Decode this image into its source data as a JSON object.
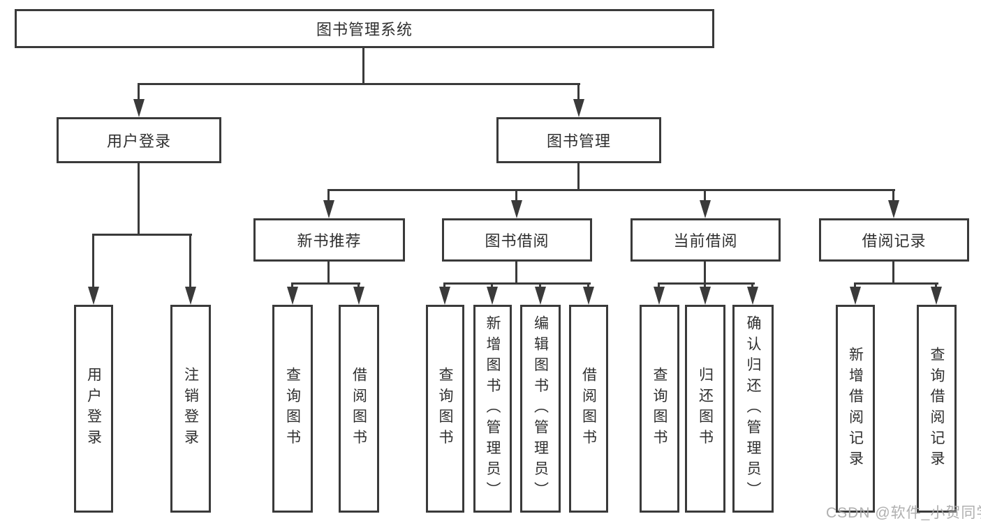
{
  "watermark": "CSDN @软件_小贺同学",
  "colors": {
    "line": "#3a3a3a",
    "text": "#2f2f2f",
    "watermark": "#a9a9a9",
    "background": "#ffffff"
  },
  "tree": {
    "label": "图书管理系统",
    "children": [
      {
        "label": "用户登录",
        "children": [
          {
            "label": "用户登录"
          },
          {
            "label": "注销登录"
          }
        ]
      },
      {
        "label": "图书管理",
        "children": [
          {
            "label": "新书推荐",
            "children": [
              {
                "label": "查询图书"
              },
              {
                "label": "借阅图书"
              }
            ]
          },
          {
            "label": "图书借阅",
            "children": [
              {
                "label": "查询图书"
              },
              {
                "label": "新增图书（管理员）"
              },
              {
                "label": "编辑图书（管理员）"
              },
              {
                "label": "借阅图书"
              }
            ]
          },
          {
            "label": "当前借阅",
            "children": [
              {
                "label": "查询图书"
              },
              {
                "label": "归还图书"
              },
              {
                "label": "确认归还（管理员）"
              }
            ]
          },
          {
            "label": "借阅记录",
            "children": [
              {
                "label": "新增借阅记录"
              },
              {
                "label": "查询借阅记录"
              }
            ]
          }
        ]
      }
    ]
  }
}
